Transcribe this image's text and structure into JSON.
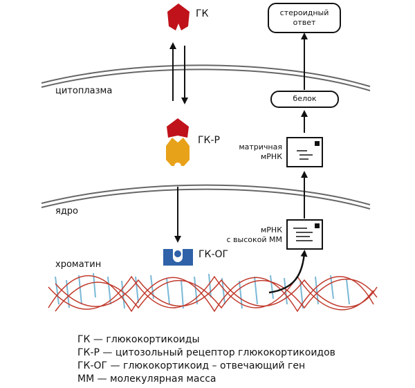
{
  "labels": {
    "gk": "ГК",
    "gk_r": "ГК-Р",
    "gk_og": "ГК-ОГ",
    "cytoplasm": "цитоплазма",
    "nucleus": "ядро",
    "chromatin": "хроматин",
    "mrna_matrix_line1": "матричная",
    "mrna_matrix_line2": "мРНК",
    "mrna_high_line1": "мРНК",
    "mrna_high_line2": "с высокой ММ"
  },
  "boxes": {
    "steroid_response_line1": "стероидный",
    "steroid_response_line2": "ответ",
    "protein": "белок"
  },
  "legend": [
    "ГК — глюкокортикоиды",
    "ГК-Р — цитозольный рецептор глюкокортикоидов",
    "ГК-ОГ — глюкокортикоид – отвечающий ген",
    "ММ — молекулярная масса"
  ],
  "colors": {
    "hormone": "#c0121a",
    "receptor": "#e8a21a",
    "gene": "#2f62a8",
    "dna_red": "#c0392b",
    "dna_blue": "#7ab8d6",
    "membrane": "#666666"
  }
}
